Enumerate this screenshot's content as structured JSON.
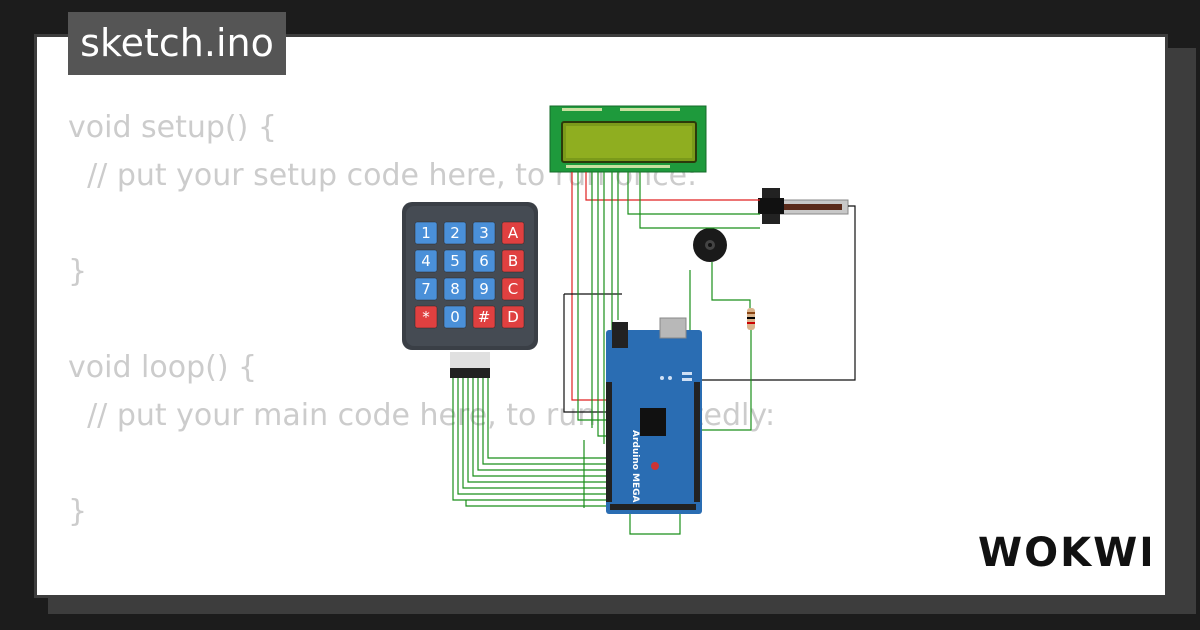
{
  "file_tab": {
    "label": "sketch.ino"
  },
  "code_lines": [
    "void setup() {",
    "  // put your setup code here, to run once:",
    "",
    "}",
    "",
    "void loop() {",
    "  // put your main code here, to run repeatedly:",
    "",
    "}"
  ],
  "keypad": {
    "keys": [
      "1",
      "2",
      "3",
      "A",
      "4",
      "5",
      "6",
      "B",
      "7",
      "8",
      "9",
      "C",
      "*",
      "0",
      "#",
      "D"
    ]
  },
  "board": {
    "label": "Arduino MEGA"
  },
  "brand": {
    "logo": "WOKWI"
  },
  "colors": {
    "background": "#1c1c1c",
    "card": "#ffffff",
    "tab": "#555555",
    "code_text": "#cccccc",
    "wire_green": "#1a8f1a",
    "wire_red": "#e02020",
    "board_blue": "#2a6db3",
    "lcd_green": "#1e9a3c",
    "key_blue": "#4a90d9",
    "key_red": "#e04040"
  }
}
